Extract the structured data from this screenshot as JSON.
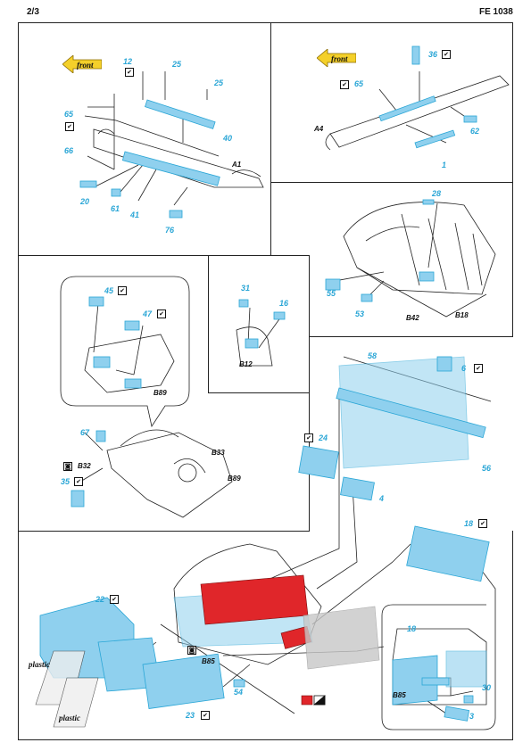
{
  "page": {
    "number": "2/3",
    "code": "FE 1038"
  },
  "front_arrow": "front",
  "panels": {
    "top_left": {
      "labels": [
        "A1"
      ],
      "parts": [
        "12",
        "25",
        "25",
        "40",
        "65",
        "66",
        "20",
        "61",
        "41",
        "76"
      ]
    },
    "top_right": {
      "labels": [
        "A4"
      ],
      "parts": [
        "36",
        "65",
        "62",
        "1"
      ]
    },
    "mid_right": {
      "labels": [
        "B42",
        "B18"
      ],
      "parts": [
        "28",
        "55",
        "53"
      ]
    },
    "mid_left": {
      "labels": [
        "B89",
        "B33",
        "B32",
        "B89"
      ],
      "parts": [
        "45",
        "47",
        "67",
        "35"
      ]
    },
    "mid_center": {
      "labels": [
        "B12"
      ],
      "parts": [
        "31",
        "16"
      ]
    },
    "bottom": {
      "labels": [
        "B85",
        "B85"
      ],
      "parts": [
        "58",
        "6",
        "24",
        "56",
        "4",
        "18",
        "22",
        "54",
        "23",
        "18",
        "30",
        "3"
      ],
      "plastic_labels": [
        "plastic",
        "plastic"
      ]
    }
  },
  "colors": {
    "photoetch": "#8fd0ee",
    "pe_stroke": "#2aa6d6",
    "painted": "#e0262a",
    "grey": "#c8c8c8"
  }
}
